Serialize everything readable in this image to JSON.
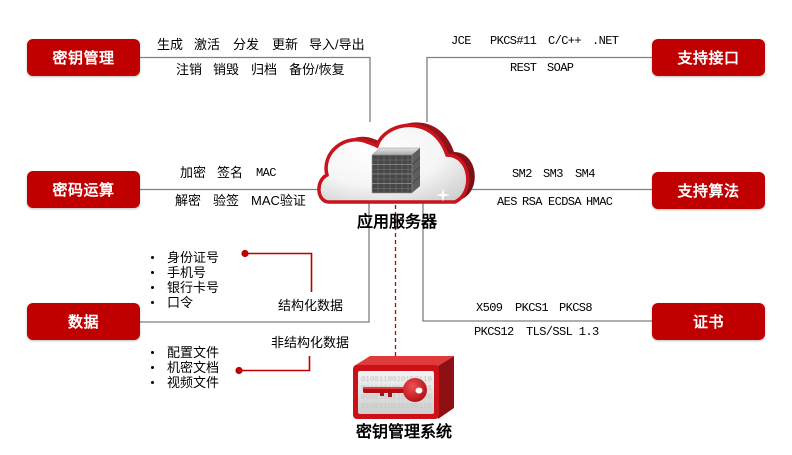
{
  "diagram": {
    "center_node": {
      "label": "应用服务器",
      "icon": "cloud-server-icon"
    },
    "kms_node": {
      "label": "密钥管理系统",
      "icon": "key-safe-icon",
      "binary_rows": [
        "0100110010100110",
        "0010101011010011",
        "0000100110100100",
        "0100110010100110"
      ]
    },
    "modules": {
      "key_management": {
        "label": "密钥管理",
        "row1": [
          "生成",
          "激活",
          "分发",
          "更新",
          "导入/导出"
        ],
        "row2": [
          "注销",
          "销毁",
          "归档",
          "备份/恢复"
        ]
      },
      "crypto_operations": {
        "label": "密码运算",
        "row1": [
          "加密",
          "签名",
          "MAC"
        ],
        "row2": [
          "解密",
          "验签",
          "MAC验证"
        ]
      },
      "data": {
        "label": "数据",
        "structured": {
          "label": "结构化数据",
          "items": [
            "身份证号",
            "手机号",
            "银行卡号",
            "口令"
          ]
        },
        "unstructured": {
          "label": "非结构化数据",
          "items": [
            "配置文件",
            "机密文档",
            "视频文件"
          ]
        }
      },
      "interfaces": {
        "label": "支持接口",
        "row1": [
          "JCE",
          "PKCS#11",
          "C/C++",
          ".NET"
        ],
        "row2": [
          "REST",
          "SOAP"
        ]
      },
      "algorithms": {
        "label": "支持算法",
        "row1": [
          "SM2",
          "SM3",
          "SM4"
        ],
        "row2": [
          "AES",
          "RSA",
          "ECDSA",
          "HMAC"
        ]
      },
      "certificates": {
        "label": "证书",
        "row1": [
          "X509",
          "PKCS1",
          "PKCS8"
        ],
        "row2": [
          "PKCS12",
          "TLS/SSL 1.3"
        ]
      }
    }
  },
  "colors": {
    "accent": "#c00000",
    "connector": "#7f7f7f",
    "box_text": "#ffffff",
    "text": "#000000",
    "cloud_outline": "#c8141c",
    "cloud_extrusion": "#7a1118"
  }
}
